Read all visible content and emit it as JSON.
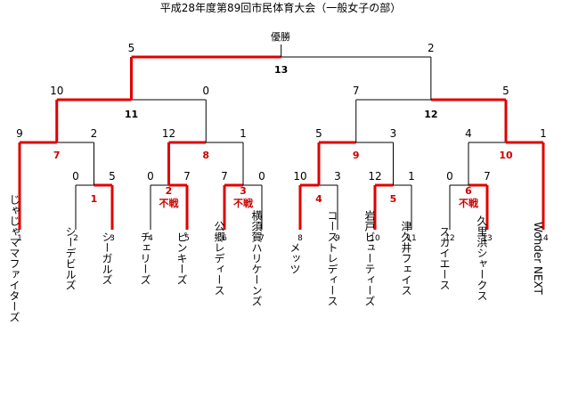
{
  "title": "平成28年度第89回市民体育大会（一般女子の部）",
  "champion_label": "優勝",
  "teams": [
    {
      "seed": "1",
      "name": "じゃじゃママファイターズ"
    },
    {
      "seed": "2",
      "name": "シーデビルズ"
    },
    {
      "seed": "3",
      "name": "シーガルズ"
    },
    {
      "seed": "4",
      "name": "チェリーズ"
    },
    {
      "seed": "5",
      "name": "ピンキーズ"
    },
    {
      "seed": "6",
      "name": "公郷レディース"
    },
    {
      "seed": "7",
      "name": "横須賀ハリケーンズ"
    },
    {
      "seed": "8",
      "name": "メッツ"
    },
    {
      "seed": "9",
      "name": "コーストレディース"
    },
    {
      "seed": "10",
      "name": "岩戸ビューティーズ"
    },
    {
      "seed": "11",
      "name": "津久井フェイス"
    },
    {
      "seed": "12",
      "name": "スカイエース"
    },
    {
      "seed": "13",
      "name": "久里浜シャークス"
    },
    {
      "seed": "14",
      "name": "Wonder NEXT"
    }
  ],
  "games": [
    {
      "no": "1",
      "left_score": "0",
      "right_score": "5",
      "note": "",
      "winner": "right"
    },
    {
      "no": "2",
      "left_score": "0",
      "right_score": "7",
      "note": "不戦",
      "winner": "right"
    },
    {
      "no": "3",
      "left_score": "7",
      "right_score": "0",
      "note": "不戦",
      "winner": "left"
    },
    {
      "no": "4",
      "left_score": "10",
      "right_score": "3",
      "note": "",
      "winner": "left"
    },
    {
      "no": "5",
      "left_score": "12",
      "right_score": "1",
      "note": "",
      "winner": "left"
    },
    {
      "no": "6",
      "left_score": "0",
      "right_score": "7",
      "note": "不戦",
      "winner": "right"
    },
    {
      "no": "7",
      "left_score": "9",
      "right_score": "2",
      "note": "",
      "winner": "left"
    },
    {
      "no": "8",
      "left_score": "12",
      "right_score": "1",
      "note": "",
      "winner": "left"
    },
    {
      "no": "9",
      "left_score": "5",
      "right_score": "3",
      "note": "",
      "winner": "left"
    },
    {
      "no": "10",
      "left_score": "4",
      "right_score": "1",
      "note": "",
      "winner": "right"
    },
    {
      "no": "11",
      "left_score": "10",
      "right_score": "0",
      "note": "",
      "winner": "left"
    },
    {
      "no": "12",
      "left_score": "7",
      "right_score": "5",
      "note": "",
      "winner": "right"
    },
    {
      "no": "13",
      "left_score": "5",
      "right_score": "2",
      "note": "",
      "winner": "left"
    }
  ],
  "colors": {
    "line": "#000000",
    "winner_line": "#e00000",
    "game_number_red": "#cc0000"
  }
}
